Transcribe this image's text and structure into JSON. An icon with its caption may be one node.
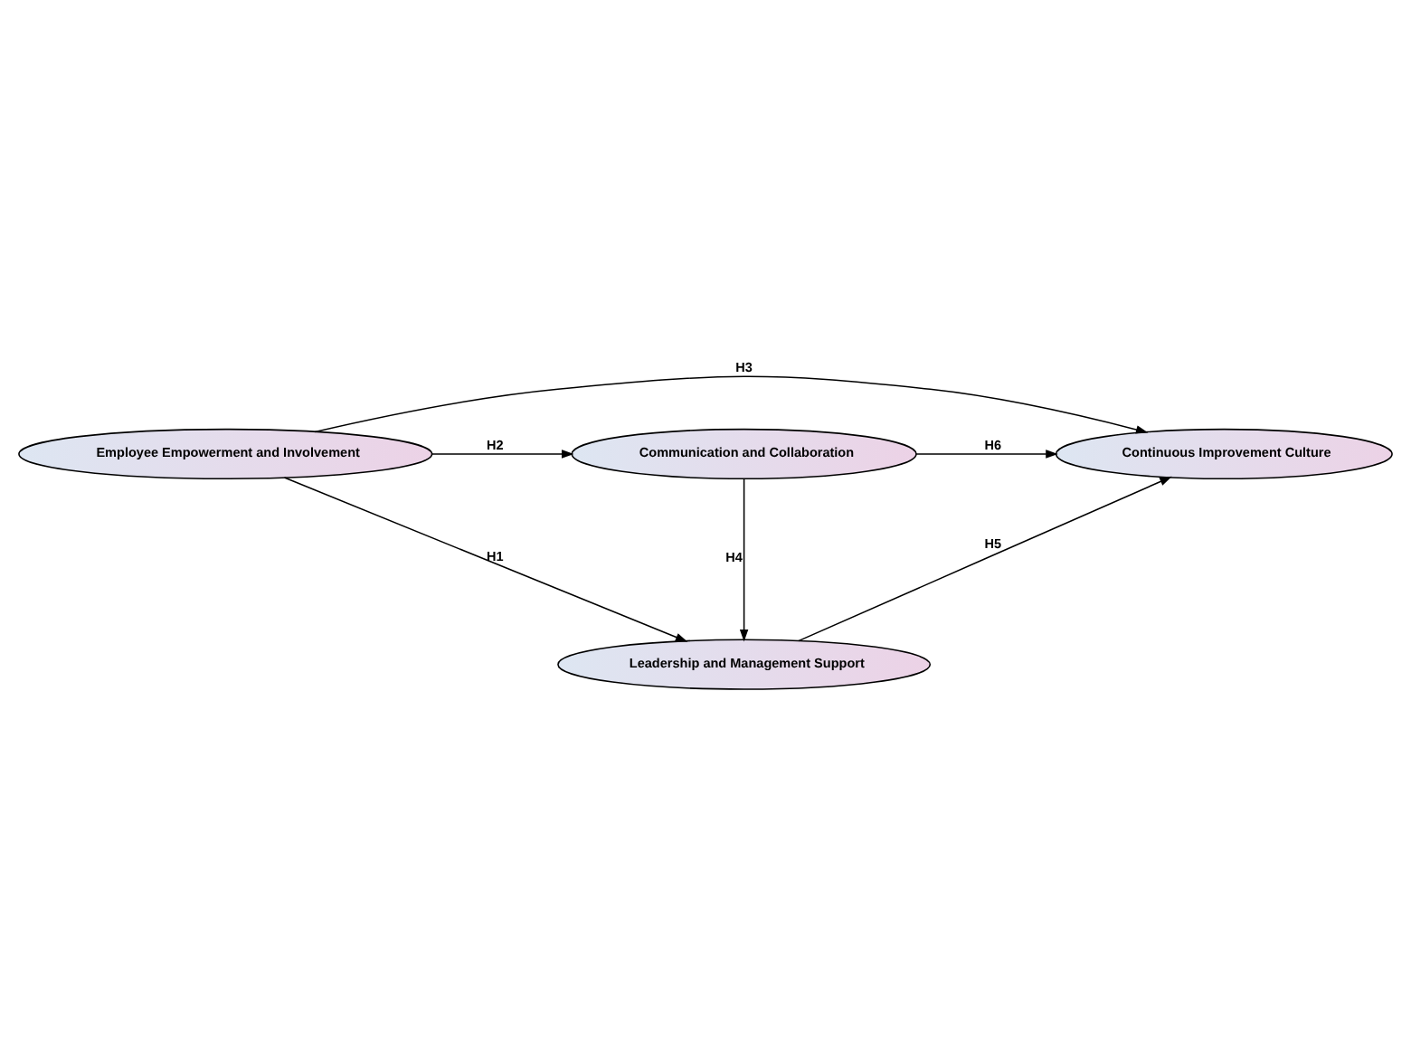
{
  "diagram": {
    "nodes": [
      {
        "text": [
          "Leadership and Management Support"
        ]
      },
      {
        "text": [
          "Employee Empowerment and Involvement"
        ]
      },
      {
        "text": [
          "Continuous Improvement Culture"
        ]
      },
      {
        "text": [
          "Communication and Collaboration"
        ]
      }
    ],
    "edges": [
      {
        "from": 1,
        "to": 0,
        "arrow": "to",
        "label": "H1"
      },
      {
        "from": 1,
        "to": 3,
        "arrow": "to",
        "label": "H2"
      },
      {
        "from": 1,
        "to": 2,
        "arrow": "to",
        "label": "H3"
      },
      {
        "from": 3,
        "to": 0,
        "arrow": "to",
        "label": "H4"
      },
      {
        "from": 0,
        "to": 2,
        "arrow": "to",
        "label": "H5"
      },
      {
        "from": 3,
        "to": 2,
        "arrow": "to",
        "label": "H6"
      }
    ]
  }
}
